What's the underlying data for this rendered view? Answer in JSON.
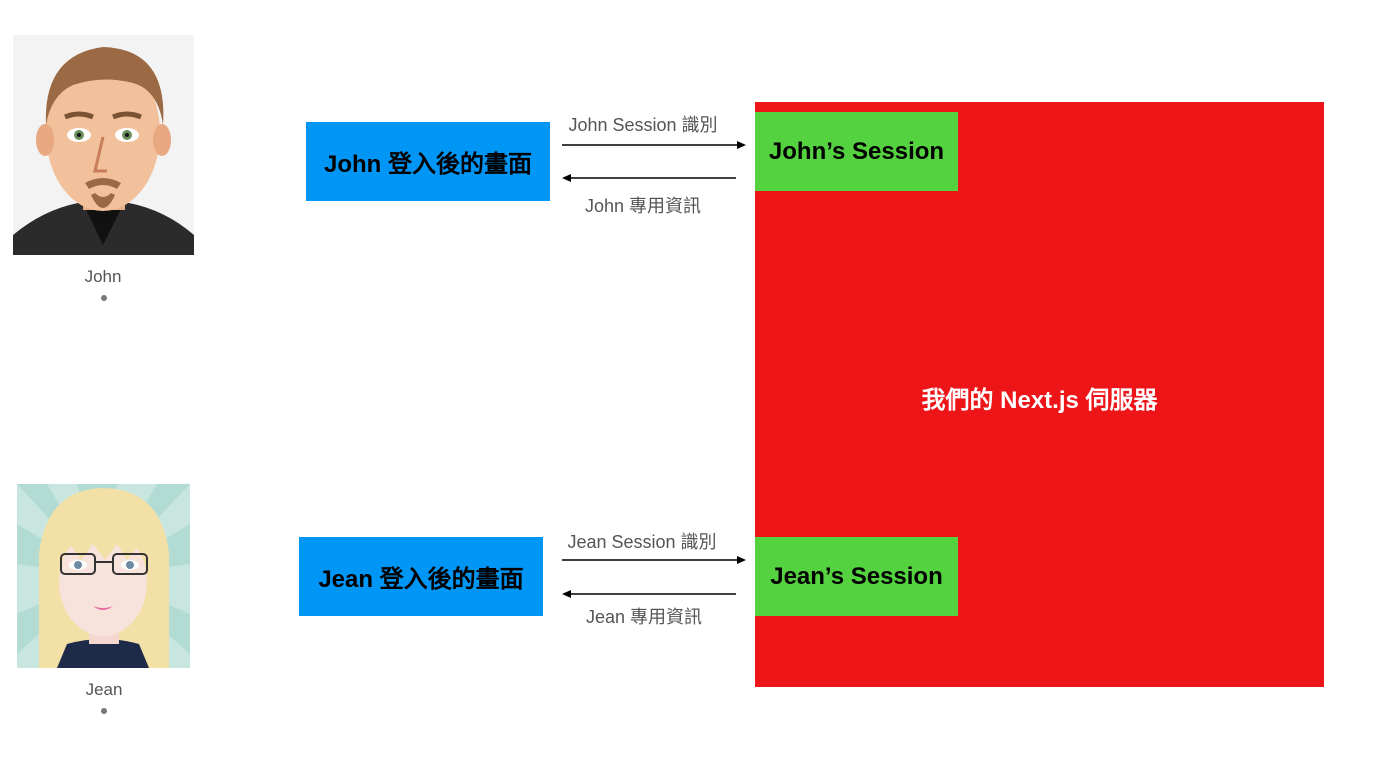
{
  "users": [
    {
      "name": "John",
      "screen_label": "John 登入後的畫面",
      "request_label": "John Session 識別",
      "response_label": "John 專用資訊",
      "session_label": "John’s Session"
    },
    {
      "name": "Jean",
      "screen_label": "Jean 登入後的畫面",
      "request_label": "Jean Session 識別",
      "response_label": "Jean 專用資訊",
      "session_label": "Jean’s Session"
    }
  ],
  "server": {
    "label": "我們的 Next.js 伺服器"
  },
  "colors": {
    "screen_box": "#0096f5",
    "server": "#ee1519",
    "session_box": "#55d23f"
  }
}
